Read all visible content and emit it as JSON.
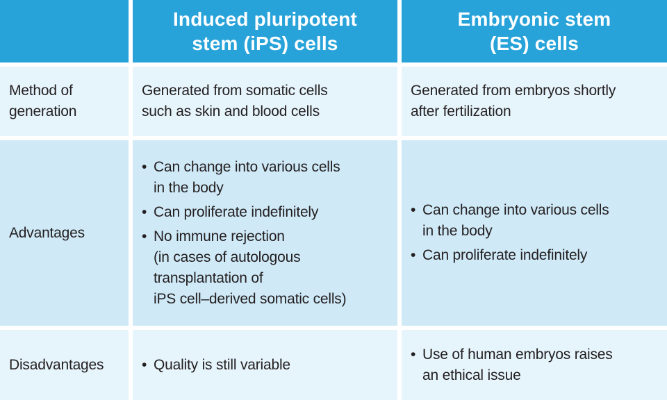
{
  "colors": {
    "header_bg": "#28a3da",
    "row_light_bg": "#e6f4fc",
    "row_medium_bg": "#cfe9f7",
    "gap_color": "#ffffff",
    "header_text": "#ffffff",
    "body_text": "#231f20"
  },
  "table": {
    "bullet_glyph": "•",
    "headers": {
      "corner": "",
      "ips": "Induced pluripotent\nstem (iPS) cells",
      "es": "Embryonic stem\n(ES) cells"
    },
    "rows": {
      "method": {
        "label": "Method of\ngeneration",
        "ips": "Generated from somatic cells\nsuch as skin and blood cells",
        "es": "Generated from embryos shortly\nafter fertilization"
      },
      "advantages": {
        "label": "Advantages",
        "ips": [
          "Can change into various cells\nin the body",
          "Can proliferate indefinitely",
          "No immune rejection\n(in cases of autologous\ntransplantation of\niPS cell–derived somatic cells)"
        ],
        "es": [
          "Can change into various cells\nin the body",
          "Can proliferate indefinitely"
        ]
      },
      "disadvantages": {
        "label": "Disadvantages",
        "ips": [
          "Quality is still variable"
        ],
        "es": [
          "Use of human embryos raises\nan ethical issue"
        ]
      }
    }
  }
}
